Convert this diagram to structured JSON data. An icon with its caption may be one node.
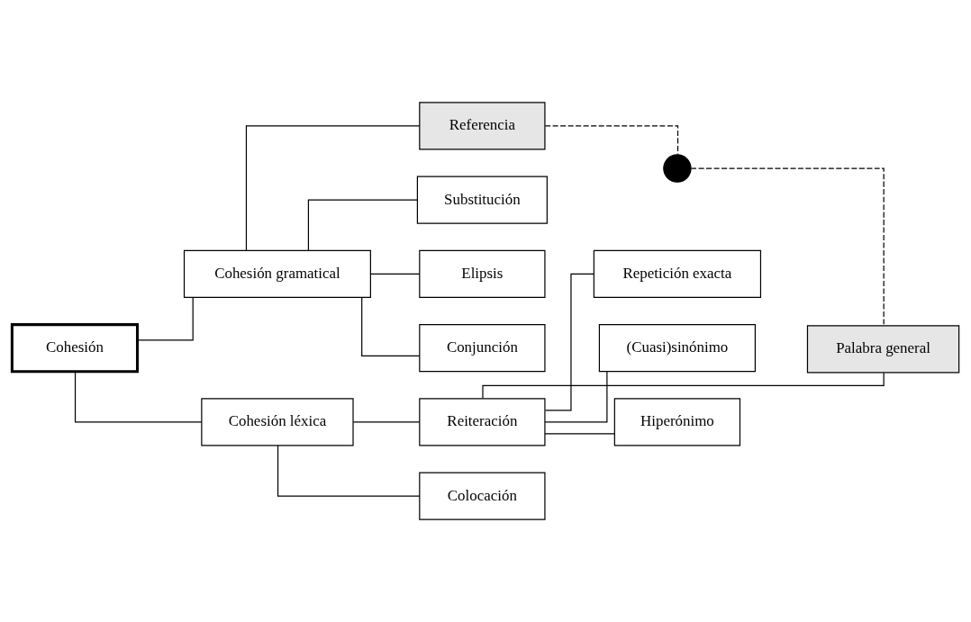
{
  "diagram": {
    "nodes": [
      {
        "text": [
          "Cohesión"
        ]
      },
      {
        "text": [
          "Cohesión gramatical"
        ]
      },
      {
        "text": [
          "Referencia"
        ]
      },
      {
        "text": [
          "Substitución"
        ]
      },
      {
        "text": [
          "Elipsis"
        ]
      },
      {
        "text": [
          "Conjunción"
        ]
      },
      {
        "text": [
          "Cohesión léxica"
        ]
      },
      {
        "text": [
          "Reiteración"
        ]
      },
      {
        "text": [
          "Repetición exacta"
        ]
      },
      {
        "text": [
          "(Cuasi)sinónimo"
        ]
      },
      {
        "text": [
          "Hiperónimo"
        ]
      },
      {
        "text": [
          "Palabra general"
        ]
      },
      {
        "text": [
          "Colocación"
        ]
      },
      {
        "text": [],
        "shape": "circle"
      }
    ],
    "edges": [
      {
        "from": 0,
        "to": 1,
        "arrow": "none"
      },
      {
        "from": 1,
        "to": 2,
        "arrow": "none"
      },
      {
        "from": 1,
        "to": 3,
        "arrow": "none"
      },
      {
        "from": 1,
        "to": 4,
        "arrow": "none"
      },
      {
        "from": 1,
        "to": 5,
        "arrow": "none"
      },
      {
        "from": 0,
        "to": 6,
        "arrow": "none"
      },
      {
        "from": 6,
        "to": 7,
        "arrow": "none"
      },
      {
        "from": 6,
        "to": 12,
        "arrow": "none"
      },
      {
        "from": 7,
        "to": 8,
        "arrow": "none"
      },
      {
        "from": 7,
        "to": 9,
        "arrow": "none"
      },
      {
        "from": 7,
        "to": 10,
        "arrow": "none"
      },
      {
        "from": 7,
        "to": 11,
        "arrow": "none"
      },
      {
        "from": 2,
        "to": 13,
        "arrow": "none",
        "style": "dashed"
      },
      {
        "from": 13,
        "to": 11,
        "arrow": "none",
        "style": "dashed"
      }
    ]
  }
}
